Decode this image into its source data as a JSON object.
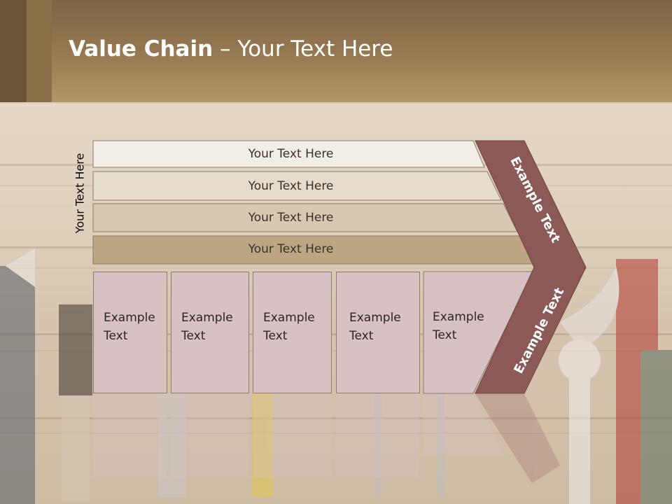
{
  "title": {
    "bold": "Value Chain",
    "rest": " – Your Text Here"
  },
  "side_label": "Your Text Here",
  "bars": [
    {
      "label": "Your Text Here"
    },
    {
      "label": "Your Text Here"
    },
    {
      "label": "Your Text Here"
    },
    {
      "label": "Your Text Here"
    }
  ],
  "boxes": [
    {
      "line1": "Example",
      "line2": "Text"
    },
    {
      "line1": "Example",
      "line2": "Text"
    },
    {
      "line1": "Example",
      "line2": "Text"
    },
    {
      "line1": "Example",
      "line2": "Text"
    },
    {
      "line1": "Example",
      "line2": "Text"
    }
  ],
  "arrow_upper": "Example Text",
  "arrow_lower": "Example Text",
  "colors": {
    "bar1": "#f1ede7",
    "bar2": "#e6dccd",
    "bar3": "#d8c8b1",
    "bar4": "#bda683",
    "box": "#d7c1c3",
    "arrow": "#8b5a57"
  }
}
